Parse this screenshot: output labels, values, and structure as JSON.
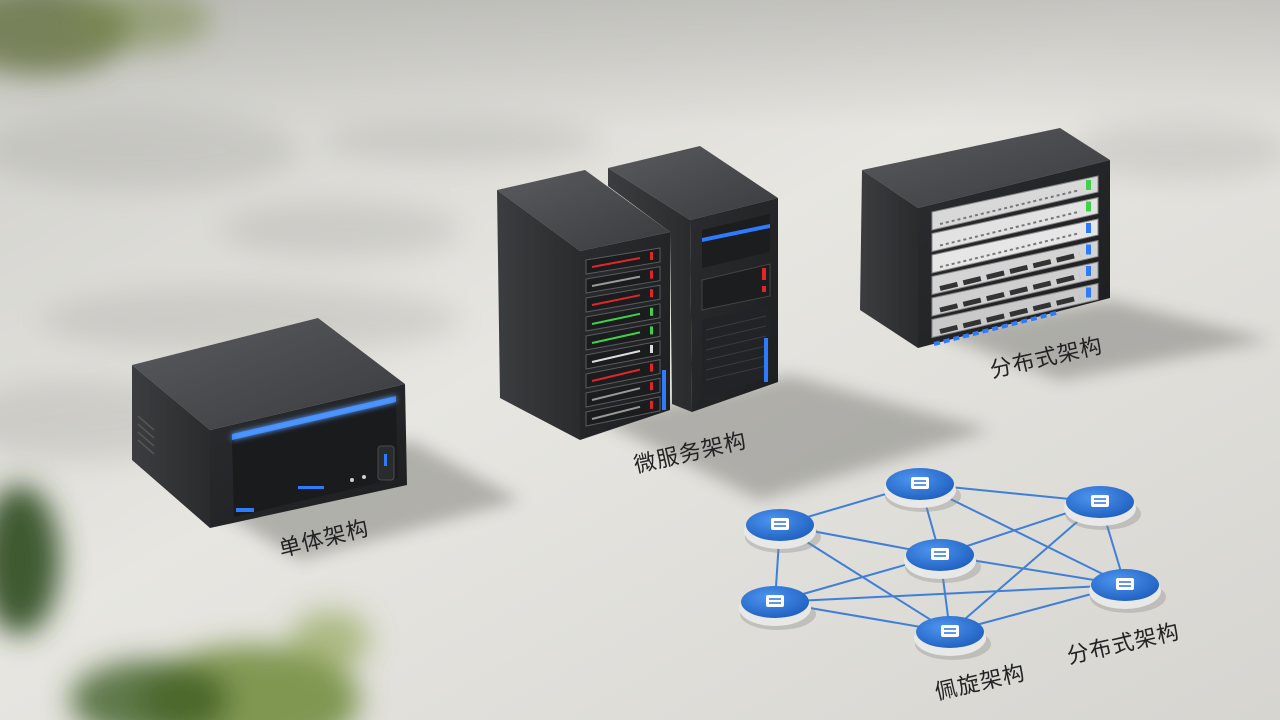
{
  "labels": {
    "monolithic": "单体架构",
    "microservices": "微服务架构",
    "distributed_top": "分布式架构",
    "network_left": "佩旋架构",
    "network_right": "分布式架构"
  },
  "colors": {
    "surface": "#d9d8d3",
    "device_body": "#2f3032",
    "led_blue": "#2f7bff",
    "led_red": "#e0262b",
    "led_green": "#3fd14a",
    "node_blue": "#2d73d6",
    "link_blue": "#3f7fd8"
  },
  "icons": [
    "mini-server-icon",
    "tower-server-icon",
    "rack-server-icon",
    "network-node-icon"
  ]
}
